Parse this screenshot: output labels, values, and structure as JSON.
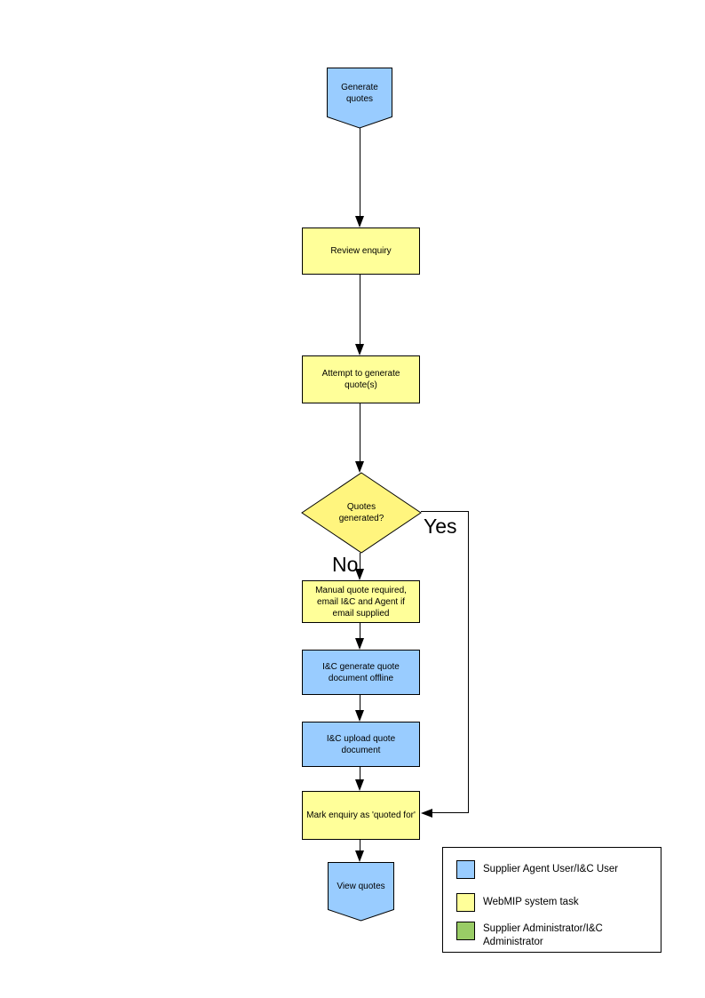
{
  "colors": {
    "node_blue": "#99CCFF",
    "node_yellow": "#FFFF99",
    "diamond_yellow": "#FFF57E",
    "legend_green": "#99CC66",
    "line": "#000000"
  },
  "flowchart": {
    "nodes": {
      "generate_quotes": {
        "label": "Generate quotes",
        "shape": "pentagon",
        "role": "supplier-agent-user"
      },
      "review_enquiry": {
        "label": "Review enquiry",
        "shape": "rect",
        "role": "webmip-system-task"
      },
      "attempt_generate": {
        "label": "Attempt to generate quote(s)",
        "shape": "rect",
        "role": "webmip-system-task"
      },
      "quotes_generated": {
        "label": "Quotes generated?",
        "shape": "diamond",
        "role": "webmip-system-task"
      },
      "manual_quote": {
        "label": "Manual quote required, email I&C and Agent if email supplied",
        "shape": "rect",
        "role": "webmip-system-task"
      },
      "ic_generate": {
        "label": "I&C generate quote document offline",
        "shape": "rect",
        "role": "supplier-agent-user"
      },
      "ic_upload": {
        "label": "I&C upload quote document",
        "shape": "rect",
        "role": "supplier-agent-user"
      },
      "mark_enquiry": {
        "label": "Mark enquiry as 'quoted for'",
        "shape": "rect",
        "role": "webmip-system-task"
      },
      "view_quotes": {
        "label": "View quotes",
        "shape": "pentagon",
        "role": "supplier-agent-user"
      }
    },
    "branch_labels": {
      "yes": "Yes",
      "no": "No"
    }
  },
  "legend": {
    "items": [
      {
        "color": "#99CCFF",
        "label": "Supplier Agent User/I&C User"
      },
      {
        "color": "#FFFF99",
        "label": "WebMIP system task"
      },
      {
        "color": "#99CC66",
        "label": "Supplier Administrator/I&C Administrator"
      }
    ]
  }
}
